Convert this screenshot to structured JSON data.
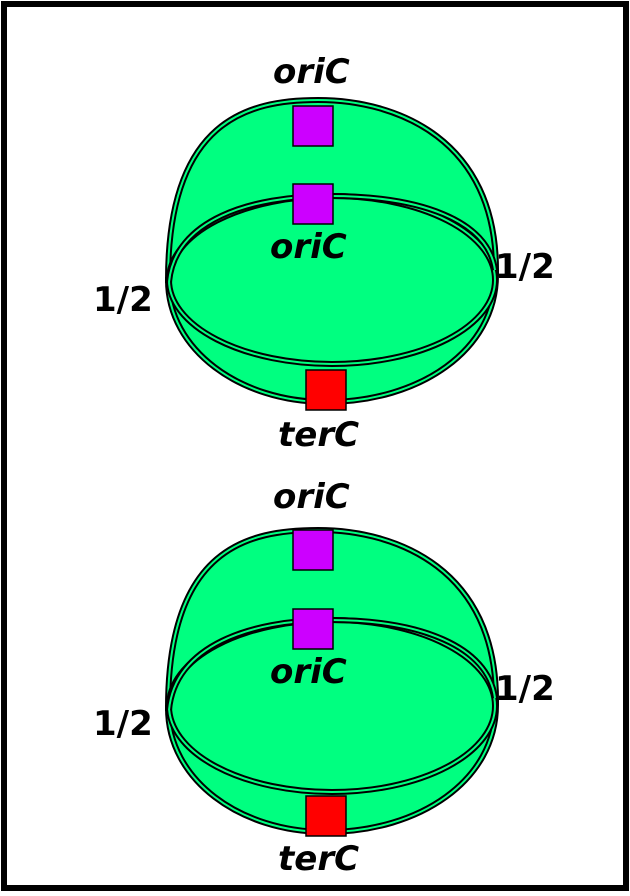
{
  "diagrams": [
    {
      "top_label": "oriC",
      "middle_label": "oriC",
      "bottom_label": "terC",
      "left_fraction": "1/2",
      "right_fraction": "1/2"
    },
    {
      "top_label": "oriC",
      "middle_label": "oriC",
      "bottom_label": "terC",
      "left_fraction": "1/2",
      "right_fraction": "1/2"
    }
  ],
  "colors": {
    "fill": "#00ff80",
    "ori_marker": "#cc00ff",
    "ter_marker": "#ff0000",
    "outline": "#000000"
  }
}
